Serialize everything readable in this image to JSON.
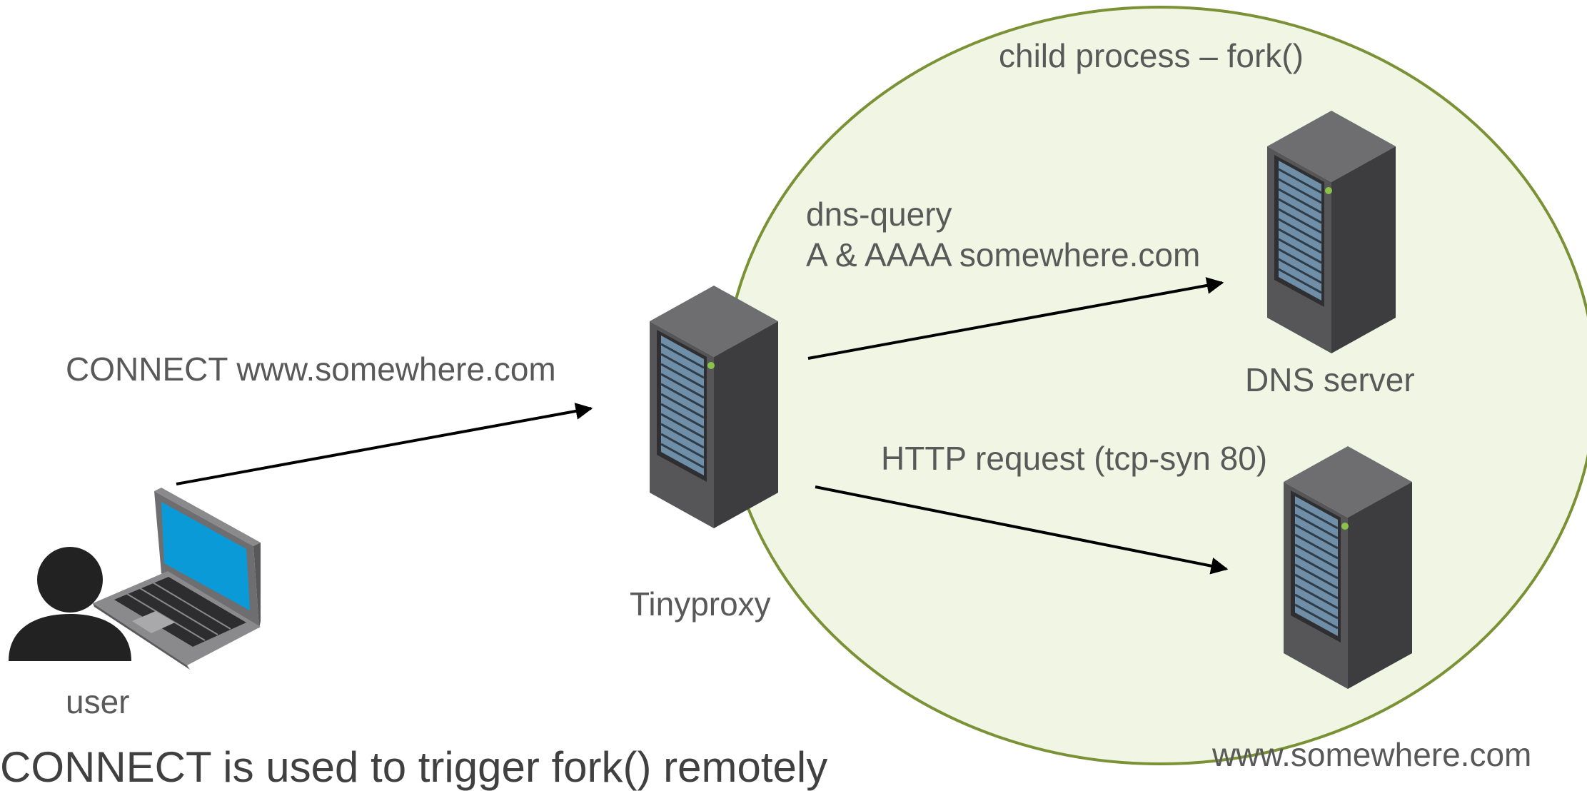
{
  "labels": {
    "child_process": "child process – fork()",
    "dns_query_line1": "dns-query",
    "dns_query_line2": "A & AAAA somewhere.com",
    "connect": "CONNECT www.somewhere.com",
    "http_request": "HTTP request (tcp-syn 80)",
    "tinyproxy": "Tinyproxy",
    "dns_server": "DNS server",
    "web_server": "www.somewhere.com",
    "user": "user"
  },
  "caption": "CONNECT is used to trigger fork() remotely",
  "colors": {
    "ellipse_fill": "#f1f6e4",
    "ellipse_stroke": "#7a9235",
    "arrow": "#000000",
    "server_top": "#6e6e70",
    "server_front": "#565658",
    "server_side": "#3d3d3f",
    "server_panel": "#6f8fa8",
    "server_led": "#8bc34a",
    "laptop_screen": "#0a9ad8",
    "user_silhouette": "#222222"
  },
  "icons": [
    "server-icon",
    "laptop-icon",
    "user-icon"
  ]
}
